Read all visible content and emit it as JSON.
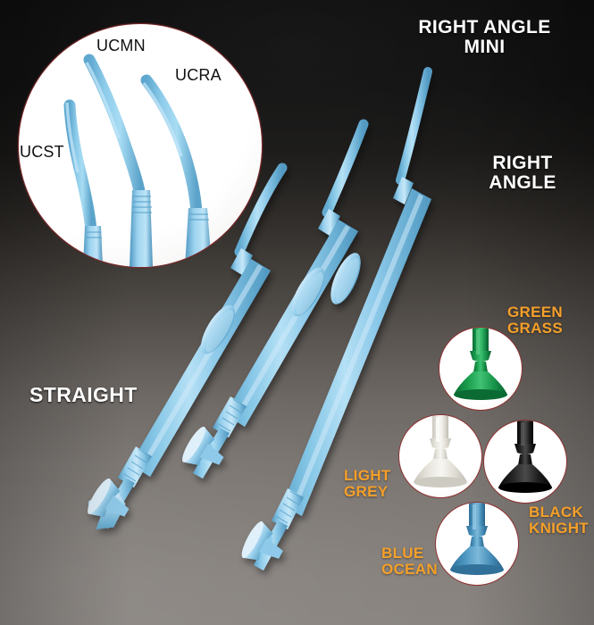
{
  "image": {
    "title": "Applicator Tips Product Range",
    "background_top_color": "#0a0a0a",
    "background_bottom_color": "#8a8581"
  },
  "product_labels": {
    "right_angle_mini": "RIGHT ANGLE\nMINI",
    "right_angle": "RIGHT\nANGLE",
    "straight": "STRAIGHT"
  },
  "inset": {
    "circle_border_color": "#7d2b2b",
    "tip_codes": [
      {
        "code": "UCST",
        "name": "straight-tip-code"
      },
      {
        "code": "UCMN",
        "name": "right-angle-mini-tip-code"
      },
      {
        "code": "UCRA",
        "name": "right-angle-tip-code"
      }
    ]
  },
  "colors": {
    "applicator_blue": "#7ec4e8",
    "label_orange": "#f5a02a",
    "label_white": "#ffffff",
    "swatch_border": "#8d3030",
    "swatches": [
      {
        "name": "green-grass",
        "label": "GREEN\nGRASS",
        "hex": "#179a4b",
        "hex_dark": "#0b6b33",
        "hex_light": "#3fc273"
      },
      {
        "name": "light-grey",
        "label": "LIGHT\nGREY",
        "hex": "#e7e5dd",
        "hex_dark": "#c9c6bd",
        "hex_light": "#f7f6f2"
      },
      {
        "name": "black-knight",
        "label": "BLACK\nKNIGHT",
        "hex": "#191919",
        "hex_dark": "#080808",
        "hex_light": "#4a4a4a"
      },
      {
        "name": "blue-ocean",
        "label": "BLUE\nOCEAN",
        "hex": "#4a94bf",
        "hex_dark": "#2f6f97",
        "hex_light": "#7cb9da"
      }
    ]
  }
}
